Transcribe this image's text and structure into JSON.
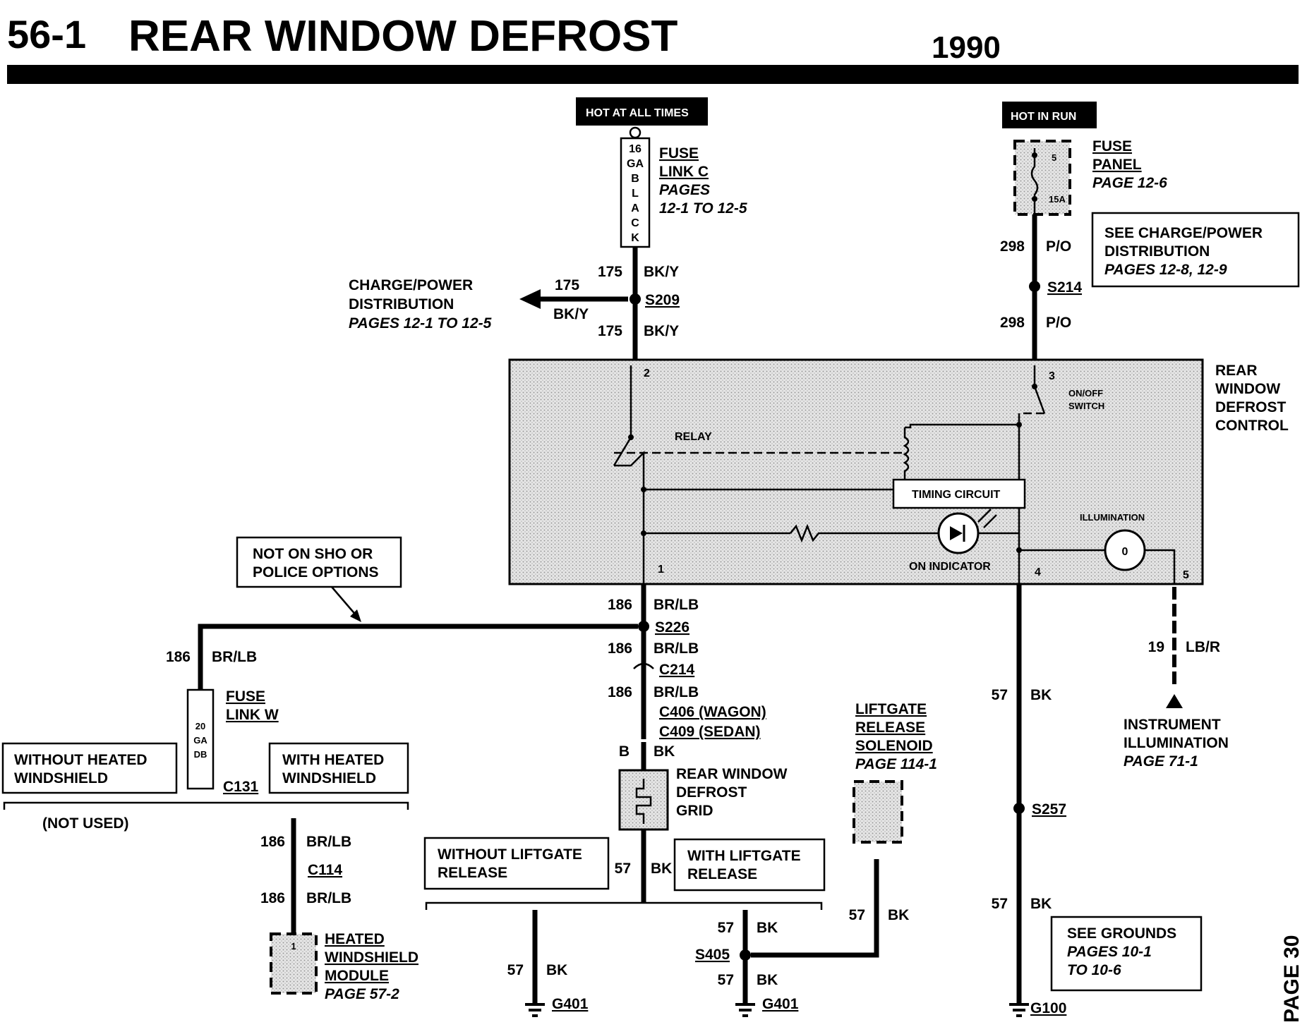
{
  "header": {
    "section": "56-1",
    "title": "REAR WINDOW DEFROST",
    "year": "1990",
    "page_side": "PAGE 30"
  },
  "power": {
    "hot_all_times": "HOT AT ALL TIMES",
    "hot_in_run": "HOT IN RUN"
  },
  "fuse_link_c": {
    "wire_spec": [
      "16",
      "GA",
      "B",
      "L",
      "A",
      "C",
      "K"
    ],
    "title1": "FUSE",
    "title2": "LINK C",
    "pages1": "PAGES",
    "pages2": "12-1 TO 12-5"
  },
  "fuse_panel": {
    "title1": "FUSE",
    "title2": "PANEL",
    "page": "PAGE 12-6",
    "pin": "5",
    "rating": "15A"
  },
  "see_charge": {
    "line1": "SEE CHARGE/POWER",
    "line2": "DISTRIBUTION",
    "pages": "PAGES 12-8, 12-9"
  },
  "charge_dist": {
    "line1": "CHARGE/POWER",
    "line2": "DISTRIBUTION",
    "pages": "PAGES 12-1 TO 12-5"
  },
  "wires": {
    "c175": "175",
    "bky": "BK/Y",
    "c298": "298",
    "po": "P/O",
    "c186": "186",
    "brlb": "BR/LB",
    "c57": "57",
    "bk": "BK",
    "b": "B",
    "c19": "19",
    "lbr": "LB/R"
  },
  "splices": {
    "s209": "S209",
    "s214": "S214",
    "s226": "S226",
    "s257": "S257",
    "s405": "S405"
  },
  "connectors": {
    "c214": "C214",
    "c406": "C406 (WAGON)",
    "c409": "C409 (SEDAN)",
    "c131": "C131",
    "c114": "C114"
  },
  "grounds": {
    "g401": "G401",
    "g100": "G100"
  },
  "control": {
    "title1": "REAR",
    "title2": "WINDOW",
    "title3": "DEFROST",
    "title4": "CONTROL",
    "relay": "RELAY",
    "switch1": "ON/OFF",
    "switch2": "SWITCH",
    "timing": "TIMING CIRCUIT",
    "on_indicator": "ON INDICATOR",
    "illumination": "ILLUMINATION",
    "pin1": "1",
    "pin2": "2",
    "pin3": "3",
    "pin4": "4",
    "pin5": "5",
    "bulb": "0"
  },
  "notes": {
    "not_on_sho1": "NOT ON SHO OR",
    "not_on_sho2": "POLICE OPTIONS",
    "without_hw1": "WITHOUT HEATED",
    "without_hw2": "WINDSHIELD",
    "with_hw1": "WITH HEATED",
    "with_hw2": "WINDSHIELD",
    "not_used": "(NOT USED)",
    "without_lg1": "WITHOUT LIFTGATE",
    "without_lg2": "RELEASE",
    "with_lg1": "WITH LIFTGATE",
    "with_lg2": "RELEASE"
  },
  "fuse_link_w": {
    "title1": "FUSE",
    "title2": "LINK W",
    "spec1": "20",
    "spec2": "GA",
    "spec3": "DB"
  },
  "grid": {
    "line1": "REAR WINDOW",
    "line2": "DEFROST",
    "line3": "GRID"
  },
  "liftgate": {
    "line1": "LIFTGATE",
    "line2": "RELEASE",
    "line3": "SOLENOID",
    "page": "PAGE 114-1"
  },
  "hw_module": {
    "line1": "HEATED",
    "line2": "WINDSHIELD",
    "line3": "MODULE",
    "page": "PAGE 57-2",
    "pin": "1"
  },
  "instrument": {
    "line1": "INSTRUMENT",
    "line2": "ILLUMINATION",
    "page": "PAGE 71-1"
  },
  "see_grounds": {
    "line1": "SEE GROUNDS",
    "line2": "PAGES 10-1",
    "line3": "TO 10-6"
  }
}
